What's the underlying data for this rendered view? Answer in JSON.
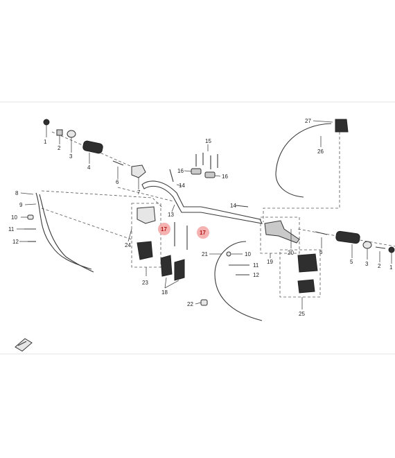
{
  "highlight_color": "#f4a3a3",
  "callouts": {
    "c1a": "1",
    "c2a": "2",
    "c3a": "3",
    "c4a": "4",
    "c6a": "6",
    "c7": "7",
    "c8": "8",
    "c9": "9",
    "c10a": "10",
    "c11a": "11",
    "c12a": "12",
    "c13": "13",
    "c14a": "14",
    "c14b": "14",
    "c15": "15",
    "c16a": "16",
    "c16b": "16",
    "c17a": "17",
    "c17b": "17",
    "c18": "18",
    "c10b": "10",
    "c11b": "11",
    "c12b": "12",
    "c19": "19",
    "c20": "20",
    "c21": "21",
    "c22": "22",
    "c23": "23",
    "c24": "24",
    "c25": "25",
    "c26": "26",
    "c27": "27",
    "c5": "5",
    "c6b": "6",
    "c3b": "3",
    "c2b": "2",
    "c1b": "1"
  }
}
